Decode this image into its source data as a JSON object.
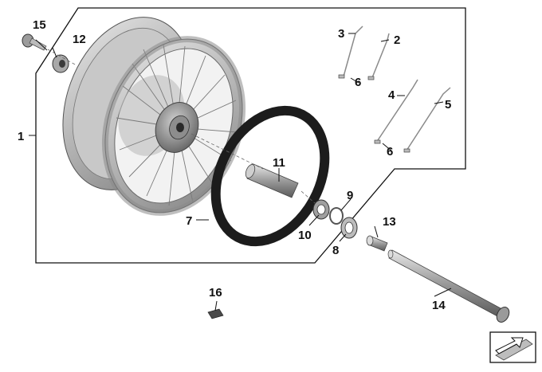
{
  "diagram": {
    "callouts": [
      {
        "id": "c1",
        "label": "1"
      },
      {
        "id": "c2",
        "label": "2"
      },
      {
        "id": "c3",
        "label": "3"
      },
      {
        "id": "c4",
        "label": "4"
      },
      {
        "id": "c5",
        "label": "5"
      },
      {
        "id": "c6a",
        "label": "6"
      },
      {
        "id": "c6b",
        "label": "6"
      },
      {
        "id": "c7",
        "label": "7"
      },
      {
        "id": "c8",
        "label": "8"
      },
      {
        "id": "c9",
        "label": "9"
      },
      {
        "id": "c10",
        "label": "10"
      },
      {
        "id": "c11",
        "label": "11"
      },
      {
        "id": "c12",
        "label": "12"
      },
      {
        "id": "c13",
        "label": "13"
      },
      {
        "id": "c14",
        "label": "14"
      },
      {
        "id": "c15",
        "label": "15"
      },
      {
        "id": "c16",
        "label": "16"
      }
    ],
    "icons": {
      "nav_icon": "reference-arrow-icon"
    },
    "colors": {
      "line": "#111111",
      "metal_light": "#d9d9d9",
      "metal_mid": "#a8a8a8",
      "metal_dark": "#6e6e6e",
      "band": "#1c1c1c"
    }
  }
}
